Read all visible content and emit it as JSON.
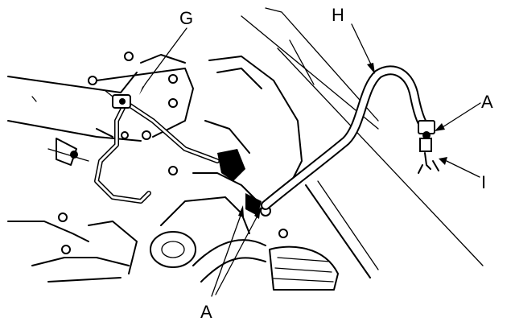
{
  "diagram": {
    "callouts": [
      {
        "id": "g",
        "label": "G"
      },
      {
        "id": "h",
        "label": "H"
      },
      {
        "id": "a-right",
        "label": "A"
      },
      {
        "id": "i",
        "label": "I"
      },
      {
        "id": "a-bottom",
        "label": "A"
      }
    ]
  }
}
